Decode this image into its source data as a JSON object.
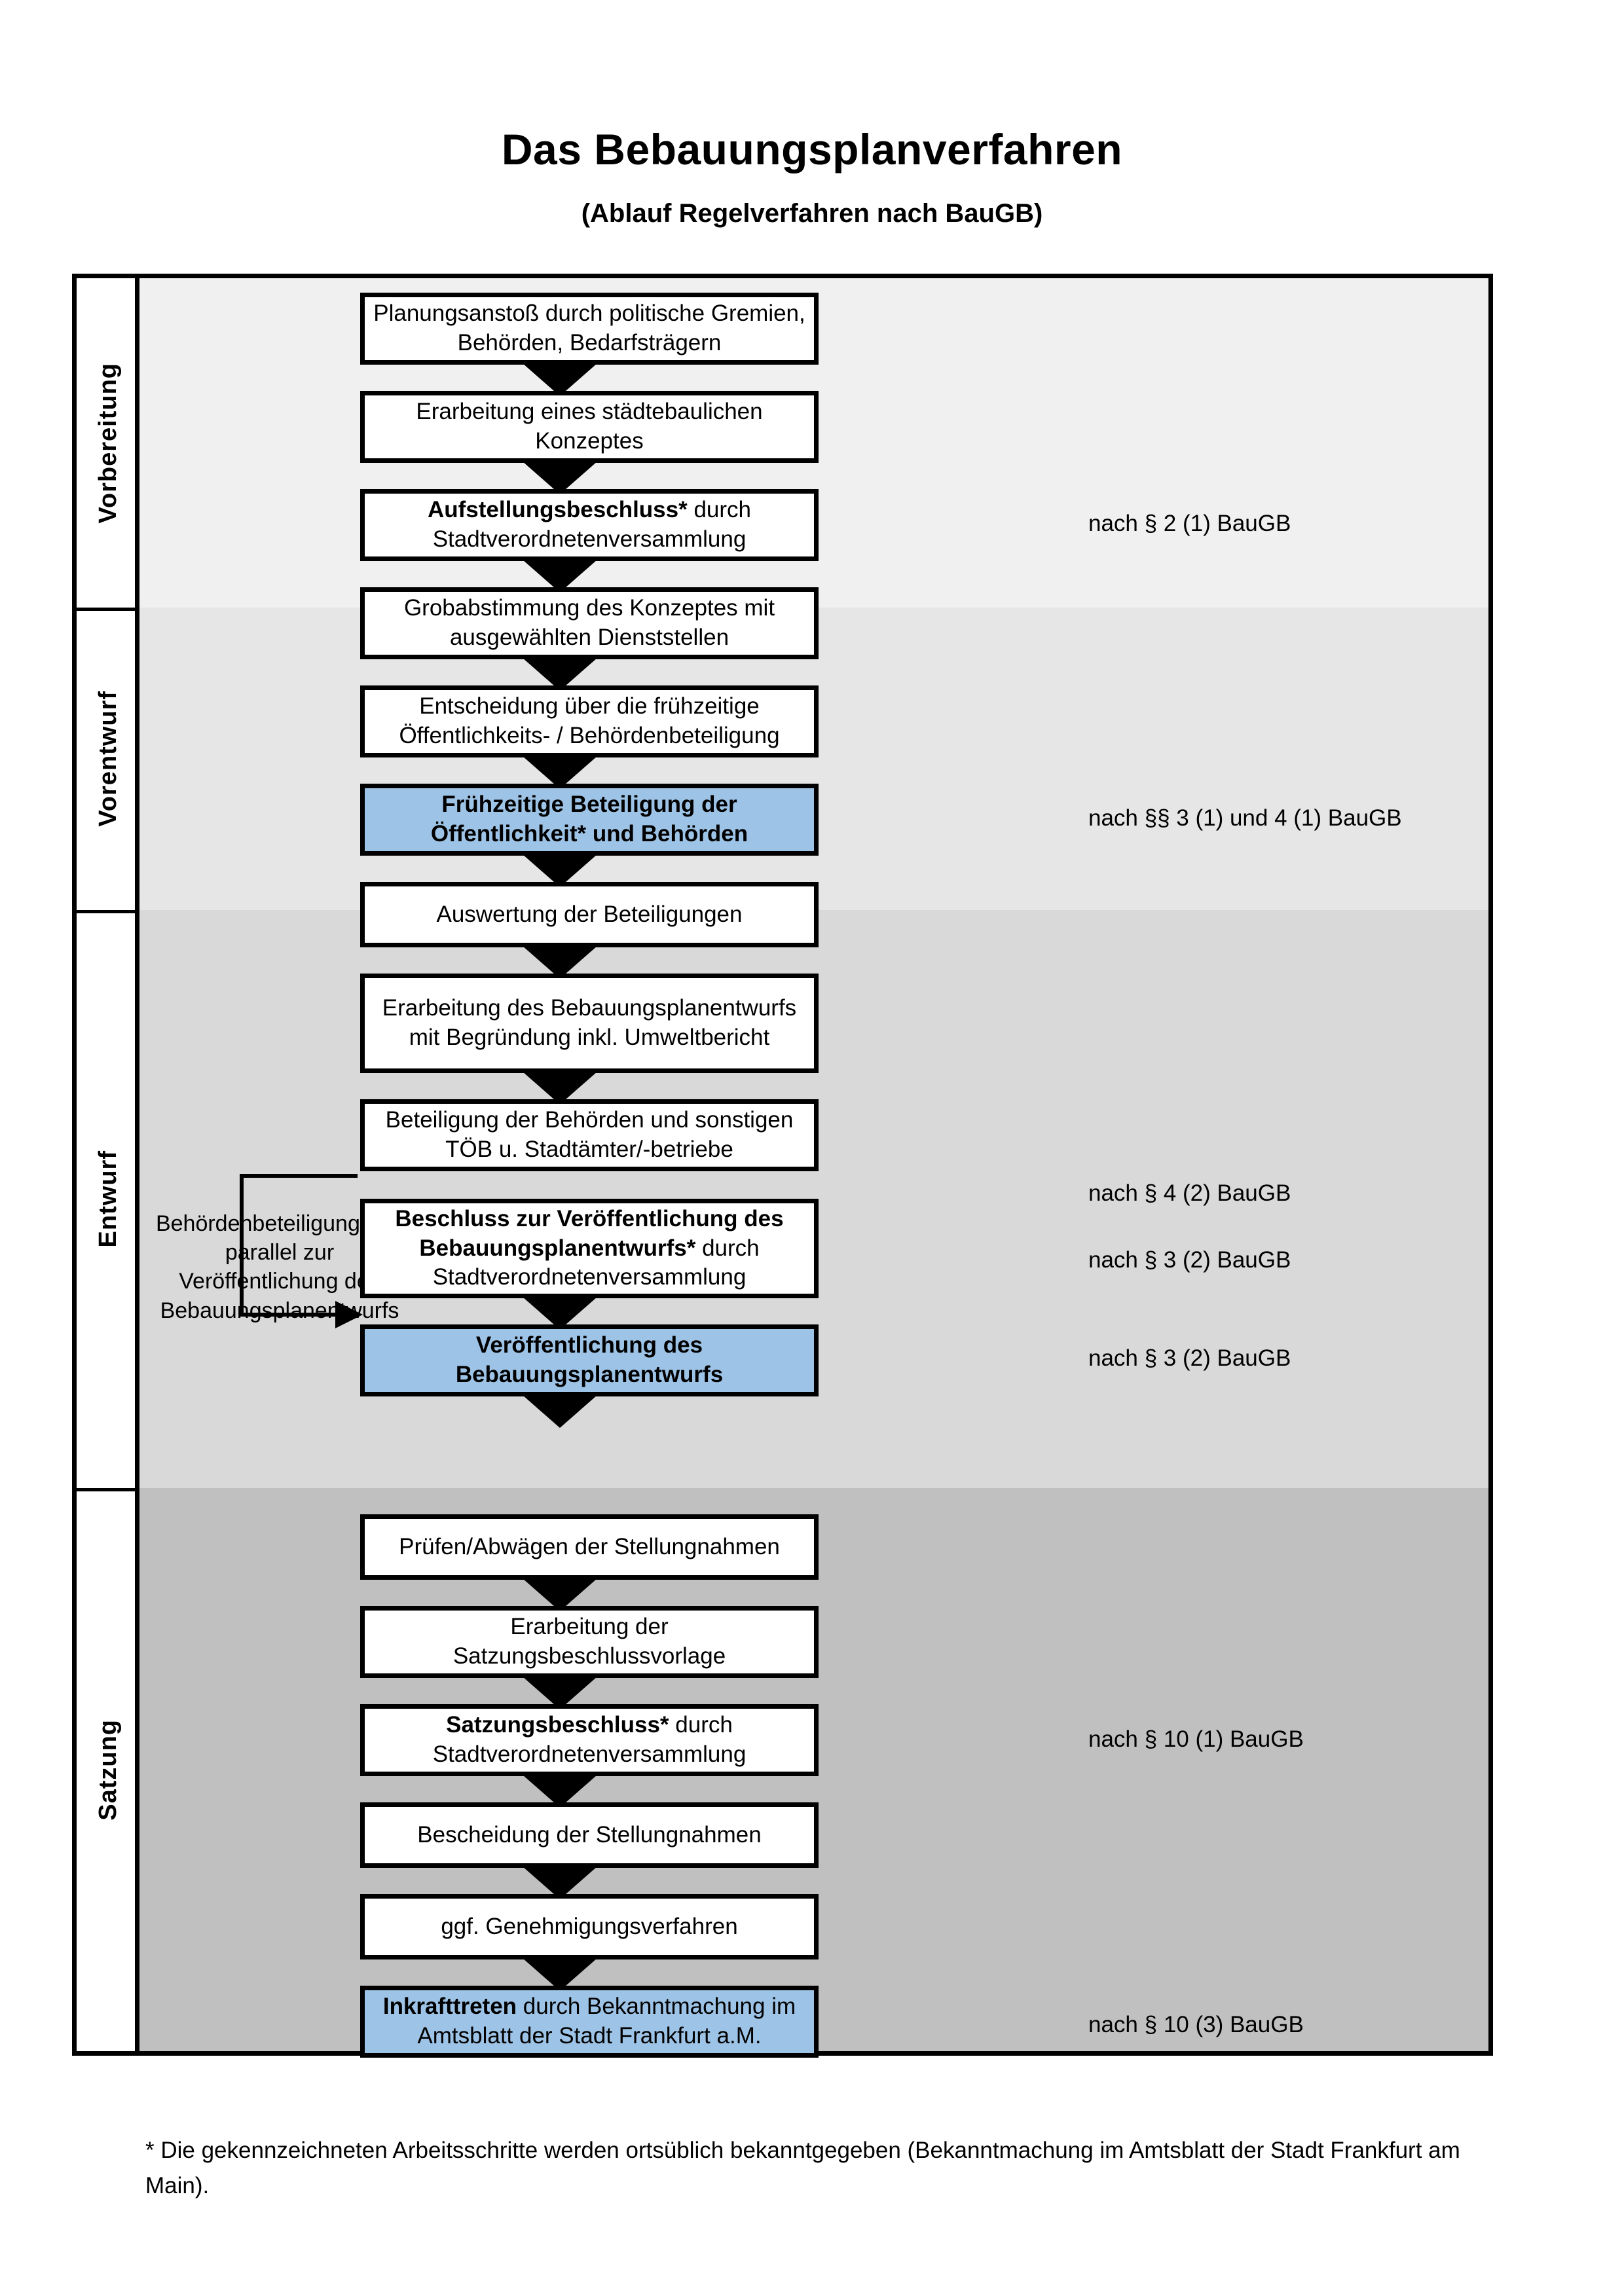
{
  "header": {
    "title": "Das Bebauungsplanverfahren",
    "subtitle": "(Ablauf Regelverfahren nach BauGB)"
  },
  "phases": [
    {
      "label": "Vorbereitung"
    },
    {
      "label": "Vorentwurf"
    },
    {
      "label": "Entwurf"
    },
    {
      "label": "Satzung"
    }
  ],
  "steps": [
    {
      "id": "planungsanstoss",
      "text": "Planungsanstoß durch politische Gremien, Behörden, Bedarfsträgern",
      "highlight": false
    },
    {
      "id": "staedtebauliches-konzept",
      "text": "Erarbeitung eines städtebaulichen Konzeptes",
      "highlight": false
    },
    {
      "id": "aufstellungsbeschluss",
      "bold_part": "Aufstellungsbeschluss*",
      "rest": " durch Stadtverordnetenversammlung",
      "highlight": false
    },
    {
      "id": "grobabstimmung",
      "text": "Grobabstimmung des Konzeptes mit ausgewählten Dienststellen",
      "highlight": false
    },
    {
      "id": "entscheidung-fruehzeitige",
      "text": "Entscheidung über die frühzeitige Öffentlichkeits- / Behördenbeteiligung",
      "highlight": false
    },
    {
      "id": "fruehzeitige-beteiligung",
      "text": "Frühzeitige Beteiligung der Öffentlichkeit* und Behörden",
      "highlight": true
    },
    {
      "id": "auswertung-beteiligungen",
      "text": "Auswertung der Beteiligungen",
      "highlight": false
    },
    {
      "id": "erarbeitung-bplanentwurf",
      "text": "Erarbeitung des Bebauungsplanentwurfs mit Begründung inkl. Umweltbericht",
      "highlight": false
    },
    {
      "id": "beteiligung-behoerden-toeb",
      "text": "Beteiligung der Behörden und sonstigen TÖB u. Stadtämter/-betriebe",
      "highlight": false
    },
    {
      "id": "beschluss-veroeffentlichung",
      "bold_part": "Beschluss zur Veröffentlichung des Bebauungsplanentwurfs*",
      "rest": " durch Stadtverordnetenversammlung",
      "highlight": false
    },
    {
      "id": "veroeffentlichung-bplanentwurf",
      "text": "Veröffentlichung des Bebauungsplanentwurfs",
      "highlight": true
    },
    {
      "id": "pruefen-abwaegen",
      "text": "Prüfen/Abwägen der Stellungnahmen",
      "highlight": false
    },
    {
      "id": "erarbeitung-satzungsvorlage",
      "text": "Erarbeitung der Satzungsbeschlussvorlage",
      "highlight": false
    },
    {
      "id": "satzungsbeschluss",
      "bold_part": "Satzungsbeschluss*",
      "rest": " durch Stadtverordnetenversammlung",
      "highlight": false
    },
    {
      "id": "bescheidung-stellungnahmen",
      "text": "Bescheidung der Stellungnahmen",
      "highlight": false
    },
    {
      "id": "genehmigungsverfahren",
      "text": "ggf. Genehmigungsverfahren",
      "highlight": false
    },
    {
      "id": "inkrafttreten",
      "bold_part": "Inkrafttreten",
      "rest": " durch Bekanntmachung im Amtsblatt der Stadt Frankfurt a.M.",
      "highlight": true
    }
  ],
  "legal_refs": [
    {
      "id": "ref-par2-1",
      "text": "nach § 2 (1) BauGB"
    },
    {
      "id": "ref-par3-1-par4-1",
      "text": "nach §§ 3 (1) und 4 (1) BauGB"
    },
    {
      "id": "ref-par4-2",
      "text": "nach § 4 (2) BauGB"
    },
    {
      "id": "ref-par3-2-a",
      "text": "nach § 3 (2) BauGB"
    },
    {
      "id": "ref-par3-2-b",
      "text": "nach § 3 (2) BauGB"
    },
    {
      "id": "ref-par10-1",
      "text": "nach § 10 (1) BauGB"
    },
    {
      "id": "ref-par10-3",
      "text": "nach § 10 (3) BauGB"
    }
  ],
  "notes": {
    "parallel_note": "Behördenbeteiligung ggf. parallel zur Veröffentlichung des Bebauungsplanentwurfs",
    "footnote": "* Die gekennzeichneten Arbeitsschritte werden ortsüblich bekanntgegeben (Bekanntmachung im Amtsblatt  der Stadt Frankfurt am Main)."
  },
  "colors": {
    "highlight_blue": "#9DC3E6",
    "band_vorbereitung": "#F0F0F0",
    "band_vorentwurf": "#E6E6E6",
    "band_entwurf": "#D9D9D9",
    "band_satzung": "#C0C0C0",
    "frame": "#000000"
  }
}
